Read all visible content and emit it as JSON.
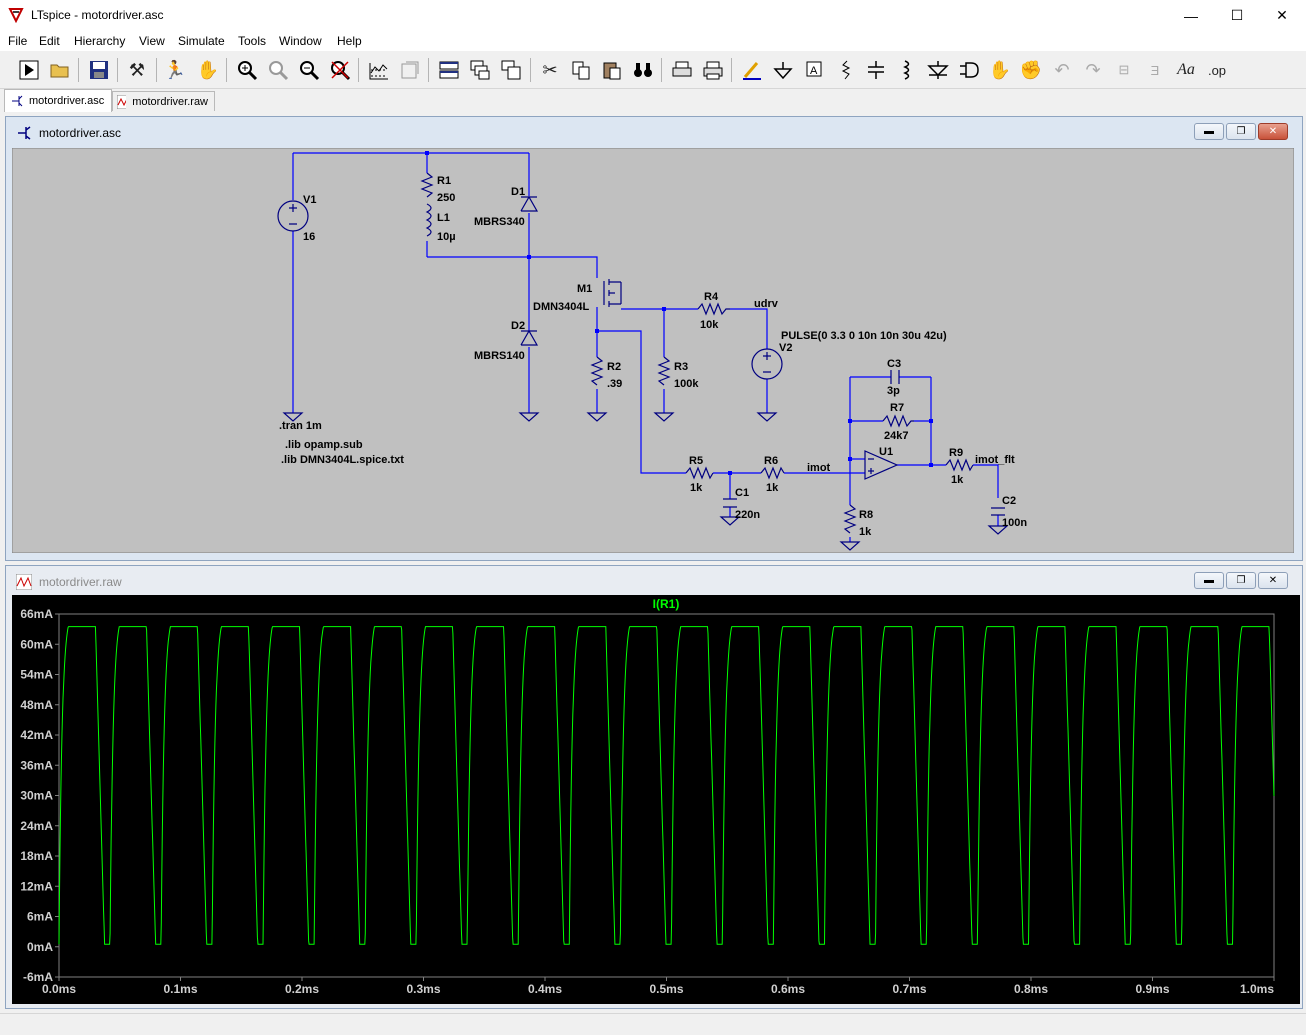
{
  "window": {
    "title": "LTspice - motordriver.asc",
    "minimize": "—",
    "maximize": "☐",
    "close": "✕"
  },
  "menu": [
    "File",
    "Edit",
    "Hierarchy",
    "View",
    "Simulate",
    "Tools",
    "Window",
    "Help"
  ],
  "toolbar": [
    "run-icon",
    "open-icon",
    "save-icon",
    "control-panel-icon",
    "halt-icon",
    "pan-hand-icon",
    "zoom-in-icon",
    "zoom-fit-icon",
    "zoom-out-icon",
    "zoom-cancel-icon",
    "autorange-icon",
    "plot-settings-icon",
    "tile-horizontal-icon",
    "cascade-icon",
    "tile-vertical-icon",
    "cut-icon",
    "copy-icon",
    "paste-icon",
    "find-icon",
    "print-setup-icon",
    "print-icon",
    "draw-wire-icon",
    "ground-icon",
    "label-net-icon",
    "resistor-icon",
    "capacitor-icon",
    "inductor-icon",
    "diode-icon",
    "component-icon",
    "move-icon",
    "drag-icon",
    "undo-icon",
    "redo-icon",
    "rotate-icon",
    "mirror-icon",
    "text-icon",
    "spice-directive-icon"
  ],
  "tabs": [
    {
      "label": "motordriver.asc"
    },
    {
      "label": "motordriver.raw"
    }
  ],
  "schematic": {
    "title": "motordriver.asc",
    "labels": {
      "V1": "V1",
      "V1_val": "16",
      "R1": "R1",
      "R1_val": "250",
      "L1": "L1",
      "L1_val": "10µ",
      "D1": "D1",
      "D1_val": "MBRS340",
      "D2": "D2",
      "D2_val": "MBRS140",
      "M1": "M1",
      "M1_val": "DMN3404L",
      "R2": "R2",
      "R2_val": ".39",
      "R3": "R3",
      "R3_val": "100k",
      "R4": "R4",
      "R4_val": "10k",
      "udrv": "udrv",
      "V2": "V2",
      "V2_val": "PULSE(0 3.3 0 10n 10n 30u 42u)",
      "C3": "C3",
      "C3_val": "3p",
      "R7": "R7",
      "R7_val": "24k7",
      "U1": "U1",
      "R9": "R9",
      "R9_val": "1k",
      "imot_flt": "imot_flt",
      "C2": "C2",
      "C2_val": "100n",
      "R5": "R5",
      "R5_val": "1k",
      "R6": "R6",
      "R6_val": "1k",
      "imot": "imot",
      "C1": "C1",
      "C1_val": "220n",
      "R8": "R8",
      "R8_val": "1k",
      "tran": ".tran 1m",
      "lib1": ".lib opamp.sub",
      "lib2": ".lib DMN3404L.spice.txt"
    },
    "colors": {
      "background": "#c0c0c0",
      "wire": "#0000ff",
      "component": "#000080"
    }
  },
  "waveform": {
    "title": "motordriver.raw",
    "colors": {
      "background": "#000000",
      "trace": "#00ff00",
      "axes": "#808080",
      "grid_text": "#ffffff"
    },
    "chart_data": {
      "type": "line",
      "title": "I(R1)",
      "series": [
        {
          "name": "I(R1)",
          "x_period_ms": 0.042,
          "x_on_ms": 0.03,
          "y_min_mA": 0.5,
          "y_max_mA": 63.5
        }
      ],
      "xlim": [
        0,
        1.0
      ],
      "ylim": [
        -6,
        66
      ],
      "x_ticks": [
        "0.0ms",
        "0.1ms",
        "0.2ms",
        "0.3ms",
        "0.4ms",
        "0.5ms",
        "0.6ms",
        "0.7ms",
        "0.8ms",
        "0.9ms",
        "1.0ms"
      ],
      "y_ticks": [
        "66mA",
        "60mA",
        "54mA",
        "48mA",
        "42mA",
        "36mA",
        "30mA",
        "24mA",
        "18mA",
        "12mA",
        "6mA",
        "0mA",
        "-6mA"
      ],
      "grid": false
    }
  }
}
